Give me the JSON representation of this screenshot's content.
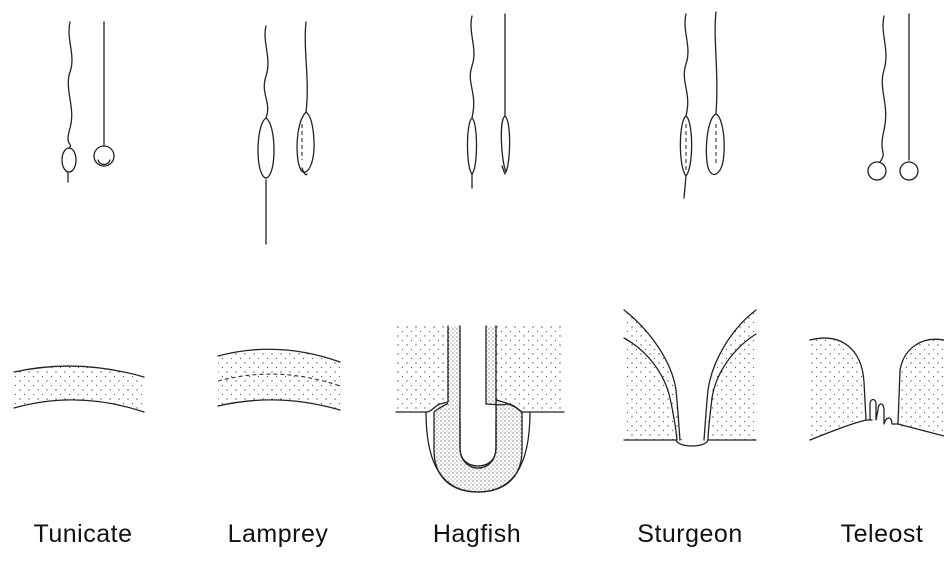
{
  "labels": {
    "tunicate": "Tunicate",
    "lamprey": "Lamprey",
    "hagfish": "Hagfish",
    "sturgeon": "Sturgeon",
    "teleost": "Teleost"
  }
}
